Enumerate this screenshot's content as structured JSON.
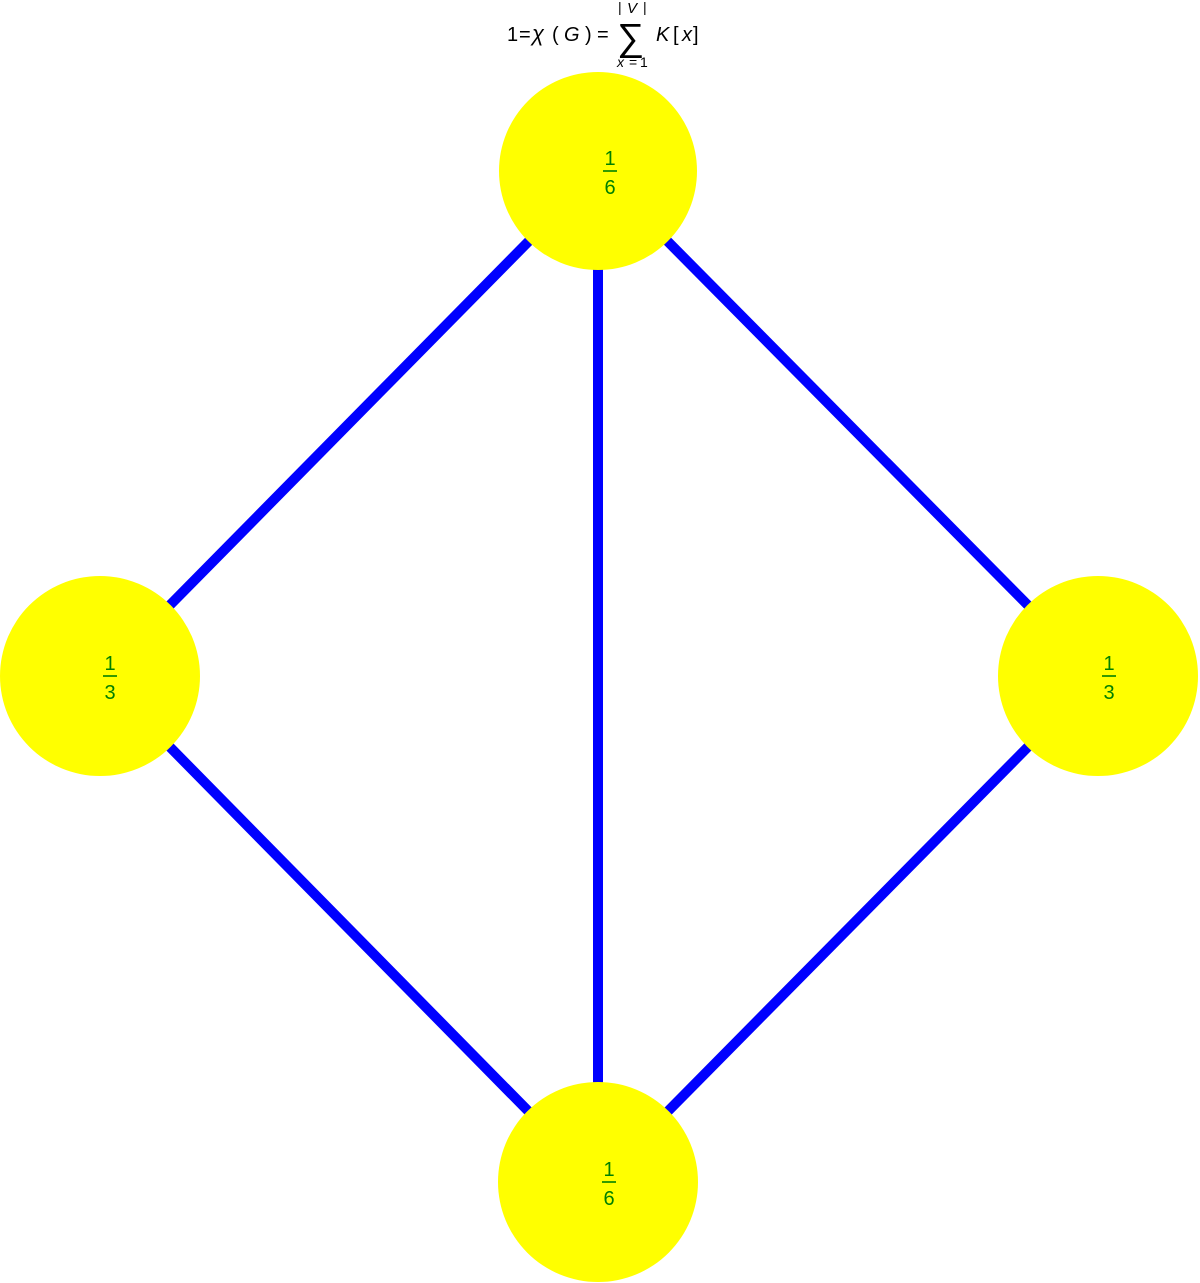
{
  "formula": {
    "lhs": "1",
    "equals": "=",
    "chi": "χ",
    "open_paren": "(",
    "graph_symbol": "G",
    "close_paren": ")",
    "equals2": "=",
    "sum_symbol": "∑",
    "upper_bar_left": "|",
    "upper_limit": "V",
    "upper_bar_right": "|",
    "lower_var": "x",
    "lower_equals": "=",
    "lower_value": "1",
    "curvature_symbol": "K",
    "open_bracket": "[",
    "index_var": "x",
    "close_bracket": "]"
  },
  "colors": {
    "node_fill": "#ffff00",
    "edge": "#0000ff",
    "label": "#008000",
    "background": "#ffffff"
  },
  "vertices": [
    {
      "id": "top",
      "numerator": "1",
      "denominator": "6"
    },
    {
      "id": "left",
      "numerator": "1",
      "denominator": "3"
    },
    {
      "id": "right",
      "numerator": "1",
      "denominator": "3"
    },
    {
      "id": "bottom",
      "numerator": "1",
      "denominator": "6"
    }
  ],
  "edges": [
    {
      "from": "top",
      "to": "left"
    },
    {
      "from": "top",
      "to": "right"
    },
    {
      "from": "top",
      "to": "bottom"
    },
    {
      "from": "left",
      "to": "bottom"
    },
    {
      "from": "right",
      "to": "bottom"
    }
  ]
}
